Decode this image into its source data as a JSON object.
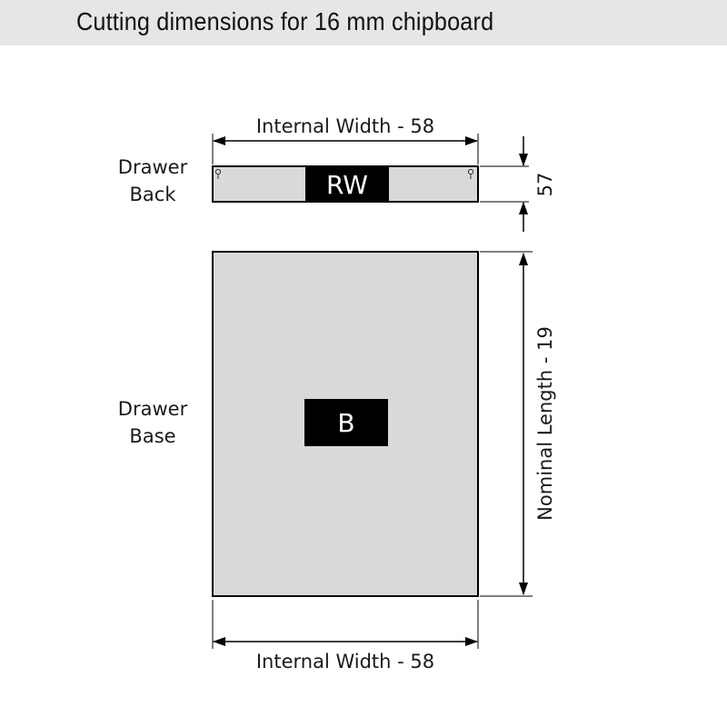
{
  "header": {
    "title": "Cutting dimensions for 16 mm chipboard"
  },
  "panels": {
    "back": {
      "name_line1": "Drawer",
      "name_line2": "Back",
      "tag": "RW",
      "width_dim": "Internal Width - 58",
      "height_dim": "57"
    },
    "base": {
      "name_line1": "Drawer",
      "name_line2": "Base",
      "tag": "B",
      "width_dim": "Internal Width - 58",
      "length_dim": "Nominal Length - 19"
    }
  },
  "colors": {
    "panel_fill": "#d9d9d9",
    "tag_fill": "#000000",
    "line": "#000000",
    "header_bg": "#e6e6e6"
  }
}
